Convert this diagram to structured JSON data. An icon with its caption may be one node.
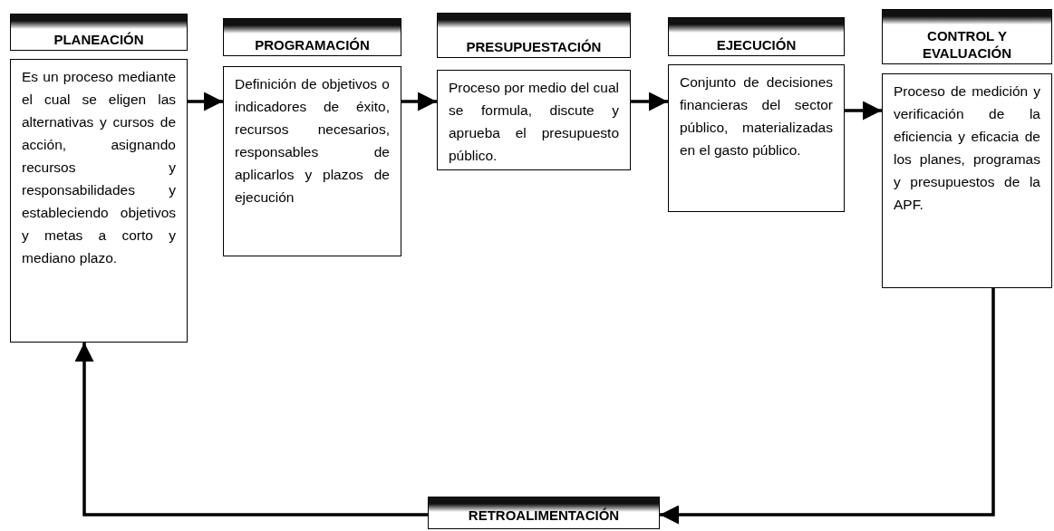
{
  "diagram": {
    "nodes": [
      {
        "text": [
          "PLANEACIÓN",
          "Es un proceso mediante el cual se eligen las alternativas y cursos de acción, asignando recursos y responsabilidades y estableciendo objetivos y metas a corto y mediano plazo."
        ]
      },
      {
        "text": [
          "PROGRAMACIÓN",
          "Definición de objetivos o indicadores de éxito, recursos necesarios, responsables de aplicarlos y plazos de ejecución"
        ]
      },
      {
        "text": [
          "PRESUPUESTACIÓN",
          "Proceso por medio del cual se formula, discute y aprueba el presupuesto público."
        ]
      },
      {
        "text": [
          "EJECUCIÓN",
          "Conjunto de decisiones financieras del sector público, materializadas en el gasto público."
        ]
      },
      {
        "text": [
          "CONTROL Y EVALUACIÓN",
          "Proceso de medición y verificación de la eficiencia y eficacia de los planes, programas y presupuestos de la APF."
        ]
      },
      {
        "text": [
          "RETROALIMENTACIÓN"
        ]
      }
    ],
    "edges": [
      {
        "from": 0,
        "to": 1,
        "arrow": "to"
      },
      {
        "from": 1,
        "to": 2,
        "arrow": "to"
      },
      {
        "from": 2,
        "to": 3,
        "arrow": "to"
      },
      {
        "from": 3,
        "to": 4,
        "arrow": "to"
      },
      {
        "from": 4,
        "to": 5,
        "arrow": "to"
      },
      {
        "from": 5,
        "to": 0,
        "arrow": "to"
      }
    ]
  }
}
